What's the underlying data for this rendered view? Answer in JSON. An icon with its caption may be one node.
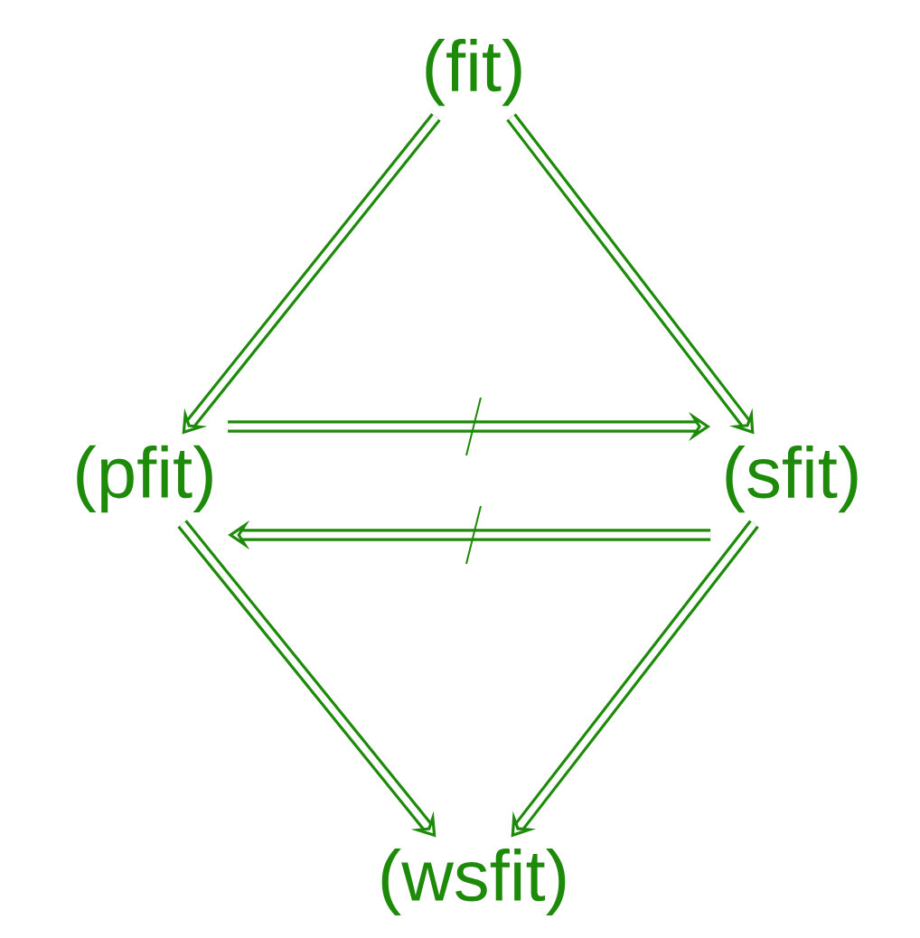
{
  "diagram": {
    "nodes": [
      {
        "text": [
          "(fit)"
        ]
      },
      {
        "text": [
          "(pfit)"
        ]
      },
      {
        "text": [
          "(sfit)"
        ]
      },
      {
        "text": [
          "(wsfit)"
        ]
      }
    ],
    "edges": [
      {
        "from": 0,
        "to": 1,
        "arrow": "to"
      },
      {
        "from": 0,
        "to": 2,
        "arrow": "to"
      },
      {
        "from": 1,
        "to": 2,
        "arrow": "to"
      },
      {
        "from": 2,
        "to": 1,
        "arrow": "to"
      },
      {
        "from": 1,
        "to": 3,
        "arrow": "to"
      },
      {
        "from": 2,
        "to": 3,
        "arrow": "to"
      }
    ]
  }
}
